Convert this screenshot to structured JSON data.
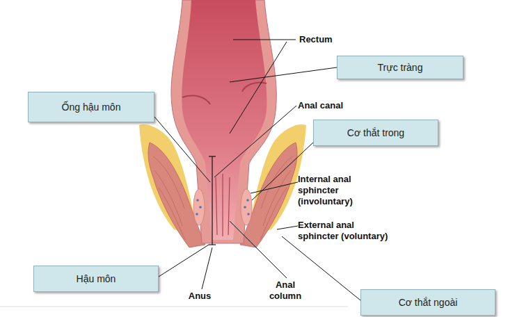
{
  "diagram": {
    "nodes": [
      {
        "text": [
          "Trực tràng"
        ]
      },
      {
        "text": [
          "Ống hậu môn"
        ]
      },
      {
        "text": [
          "Cơ thắt trong"
        ]
      },
      {
        "text": [
          "Hậu môn"
        ]
      },
      {
        "text": [
          "Cơ thắt ngoài"
        ]
      }
    ],
    "labels": [
      "Rectum",
      "Anal canal",
      "Internal anal sphincter (involuntary)",
      "External anal sphincter (voluntary)",
      "Anal column",
      "Anus"
    ]
  }
}
